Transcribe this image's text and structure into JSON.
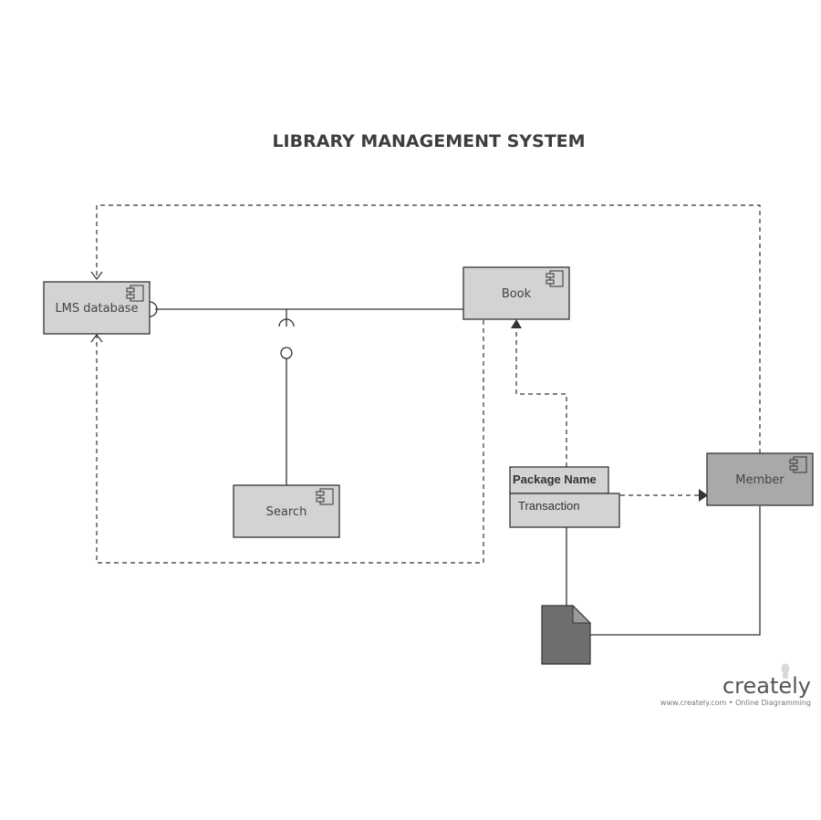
{
  "title": "LIBRARY MANAGEMENT SYSTEM",
  "components": {
    "lms_database": "LMS database",
    "book": "Book",
    "search": "Search",
    "member": "Member"
  },
  "package": {
    "name": "Package Name",
    "content": "Transaction"
  },
  "watermark": {
    "brand": "creately",
    "tagline": "www.creately.com • Online Diagramming"
  },
  "colors": {
    "component_fill": "#d3d3d3",
    "member_fill": "#a9a9a9",
    "document_fill": "#6f6f6f",
    "stroke": "#333333"
  }
}
